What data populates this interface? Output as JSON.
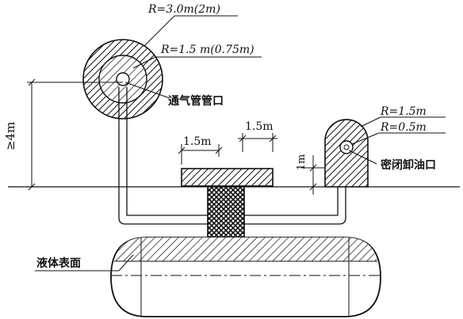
{
  "diagram": {
    "labels": {
      "vent_outer_radius": "R=3.0m(2m)",
      "vent_inner_radius": "R=1.5 m(0.75m)",
      "vent_outlet": "通气管管口",
      "height_min": "≥4m",
      "dim_left": "1.5m",
      "dim_right": "1.5m",
      "dim_height": "1m",
      "unload_outer_radius": "R=1.5m",
      "unload_inner_radius": "R=0.5m",
      "unload_port": "密闭卸油口",
      "liquid_surface": "液体表面"
    }
  }
}
